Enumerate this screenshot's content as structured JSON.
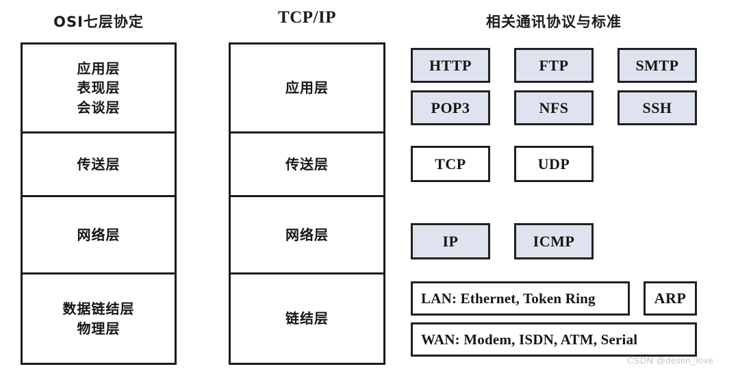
{
  "columns": {
    "osi": {
      "title": "OSI七层协定",
      "rows": [
        {
          "lines": [
            "应用层",
            "表现层",
            "会谈层"
          ]
        },
        {
          "lines": [
            "传送层"
          ]
        },
        {
          "lines": [
            "网络层"
          ]
        },
        {
          "lines": [
            "数据链结层",
            "物理层"
          ]
        }
      ]
    },
    "tcpip": {
      "title": "TCP/IP",
      "rows": [
        {
          "lines": [
            "应用层"
          ]
        },
        {
          "lines": [
            "传送层"
          ]
        },
        {
          "lines": [
            "网络层"
          ]
        },
        {
          "lines": [
            "链结层"
          ]
        }
      ]
    },
    "protocols": {
      "title": "相关通讯协议与标准",
      "application": [
        "HTTP",
        "FTP",
        "SMTP",
        "POP3",
        "NFS",
        "SSH"
      ],
      "transport": [
        "TCP",
        "UDP"
      ],
      "network": [
        "IP",
        "ICMP"
      ],
      "link_lan": "LAN: Ethernet, Token Ring",
      "link_arp": "ARP",
      "link_wan": "WAN: Modem, ISDN, ATM, Serial"
    }
  },
  "colors": {
    "box_fill": "#dee3ef",
    "border": "#1f1f1f",
    "background": "#ffffff",
    "watermark": "#c3c3c3"
  },
  "watermark": "CSDN @destin_love"
}
